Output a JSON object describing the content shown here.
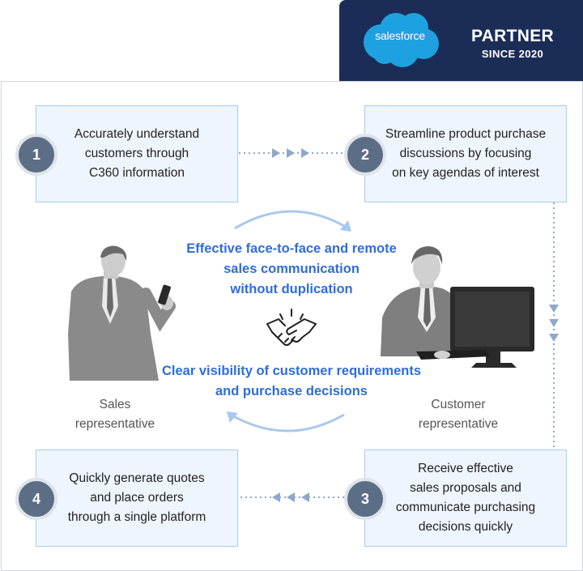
{
  "badge": {
    "brand": "salesforce",
    "title": "PARTNER",
    "since": "SINCE 2020",
    "colors": {
      "background": "#1b2d57",
      "cloud": "#1ea1e1"
    }
  },
  "steps": [
    {
      "number": "1",
      "lines": [
        "Accurately understand",
        "customers through",
        "C360 information"
      ]
    },
    {
      "number": "2",
      "lines": [
        "Streamline product purchase",
        "discussions by focusing",
        "on key agendas of interest"
      ]
    },
    {
      "number": "3",
      "lines": [
        "Receive effective",
        "sales proposals and",
        "communicate purchasing",
        "decisions quickly"
      ]
    },
    {
      "number": "4",
      "lines": [
        "Quickly generate quotes",
        "and place orders",
        "through a single platform"
      ]
    }
  ],
  "center": {
    "top_lines": [
      "Effective face-to-face and remote",
      "sales communication",
      "without duplication"
    ],
    "bottom_lines": [
      "Clear visibility of customer requirements",
      "and purchase decisions"
    ],
    "handshake_icon": "handshake-icon"
  },
  "roles": {
    "sales": [
      "Sales",
      "representative"
    ],
    "customer": [
      "Customer",
      "representative"
    ]
  },
  "colors": {
    "accent_text": "#2f6dd8",
    "box_fill": "#eef5fd",
    "box_border": "#aacde9",
    "number_circle": "#5c6e85",
    "connector": "#8fa8c8"
  }
}
